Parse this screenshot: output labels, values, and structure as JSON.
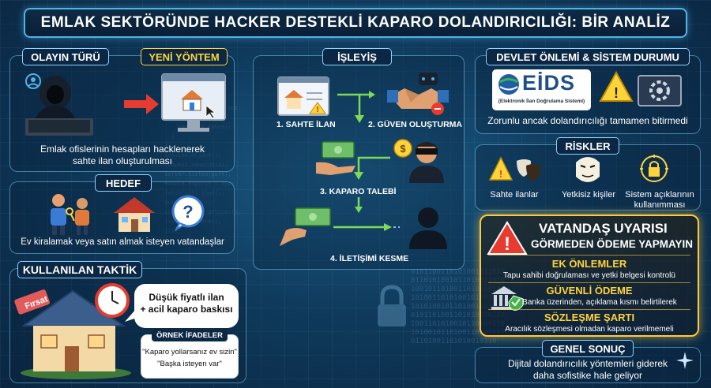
{
  "title": "EMLAK SEKTÖRÜNDE HACKER DESTEKLİ KAPARO DOLANDIRICILIĞI: BİR ANALİZ",
  "olay": {
    "tag": "OLAYIN TÜRÜ",
    "tag_new": "YENİ YÖNTEM",
    "text_line1": "Emlak ofislerinin hesapları hacklenerek",
    "text_line2": "sahte ilan oluşturulması"
  },
  "hedef": {
    "tag": "HEDEF",
    "text": "Ev kiralamak veya satın almak isteyen vatandaşlar"
  },
  "taktik": {
    "tag": "KULLANILAN TAKTİK",
    "sign": "Fırsat",
    "bubble_line1": "Düşük fiyatlı ilan",
    "bubble_line2": "+ acil kaparo baskısı",
    "examples_title": "ÖRNEK İFADELER",
    "example1": "\"Kaparo yollarsanız ev sizin\"",
    "example2": "\"Başka isteyen var\""
  },
  "isleyis": {
    "tag": "İŞLEYİŞ",
    "steps": [
      "1. SAHTE İLAN",
      "2. GÜVEN OLUŞTURMA",
      "3. KAPARO TALEBİ",
      "4. İLETİŞİMİ KESME"
    ]
  },
  "devlet": {
    "tag": "DEVLET ÖNLEMİ & SİSTEM DURUMU",
    "logo_text": "EİDS",
    "logo_sub": "(Elektronik İlan Doğrulama Sistemi)",
    "text": "Zorunlu ancak dolandırıcılığı tamamen bitirmedi"
  },
  "riskler": {
    "tag": "RİSKLER",
    "items": [
      "Sahte ilanlar",
      "Yetkisiz kişiler",
      "Sistem açıklarının",
      "kullanımması"
    ]
  },
  "uyari": {
    "title": "VATANDAŞ UYARISI",
    "subtitle": "GÖRMEDEN ÖDEME YAPMAYIN",
    "ek_title": "EK ÖNLEMLER",
    "ek_text": "Tapu sahibi doğrulaması ve yetki belgesi kontrolü",
    "guvenli_title": "GÜVENLİ ÖDEME",
    "guvenli_text": "Banka üzerinden, açıklama kısmı belirtilerek",
    "sozlesme_title": "SÖZLEŞME ŞARTI",
    "sozlesme_text": "Aracılık sözleşmesi olmadan kaparo verilmemeli"
  },
  "sonuc": {
    "tag": "GENEL SONUÇ",
    "line1": "Dijital dolandırıcılık yöntemleri giderek",
    "line2": "daha sofistike hale geliyor"
  },
  "colors": {
    "accent": "#4fb3e8",
    "warning": "#ffc93c",
    "alert_red": "#e63b2e",
    "arrow_green": "#7ed957"
  }
}
